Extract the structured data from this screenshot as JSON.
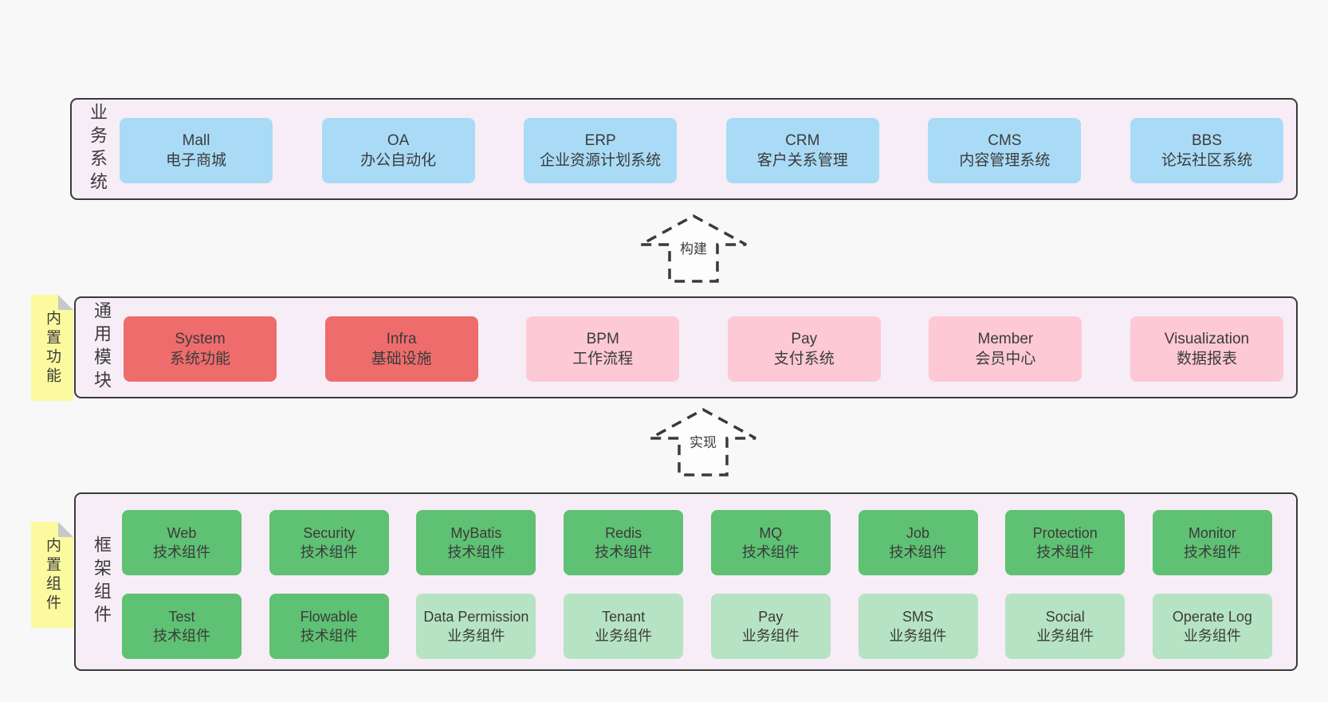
{
  "colors": {
    "page_bg": "#f8f8f8",
    "container_bg": "#f7edf6",
    "container_border": "#3a3a3a",
    "box_blue": "#a9dbf6",
    "box_red": "#ef6c6c",
    "box_pink": "#fcc9d4",
    "box_green": "#5fc173",
    "box_light_green": "#b6e3c3",
    "note_yellow": "#fbfa9e",
    "note_fold_gray": "#c8c8c8",
    "text": "#3b3b3b"
  },
  "layers": [
    {
      "id": "business",
      "side_label": "业务系统",
      "rows": [
        [
          {
            "title": "Mall",
            "desc": "电子商城",
            "variant": "blue"
          },
          {
            "title": "OA",
            "desc": "办公自动化",
            "variant": "blue"
          },
          {
            "title": "ERP",
            "desc": "企业资源计划系统",
            "variant": "blue"
          },
          {
            "title": "CRM",
            "desc": "客户关系管理",
            "variant": "blue"
          },
          {
            "title": "CMS",
            "desc": "内容管理系统",
            "variant": "blue"
          },
          {
            "title": "BBS",
            "desc": "论坛社区系统",
            "variant": "blue"
          }
        ]
      ]
    },
    {
      "id": "modules",
      "side_label": "通用模块",
      "note": "内置功能",
      "rows": [
        [
          {
            "title": "System",
            "desc": "系统功能",
            "variant": "red"
          },
          {
            "title": "Infra",
            "desc": "基础设施",
            "variant": "red"
          },
          {
            "title": "BPM",
            "desc": "工作流程",
            "variant": "pink"
          },
          {
            "title": "Pay",
            "desc": "支付系统",
            "variant": "pink"
          },
          {
            "title": "Member",
            "desc": "会员中心",
            "variant": "pink"
          },
          {
            "title": "Visualization",
            "desc": "数据报表",
            "variant": "pink"
          }
        ]
      ]
    },
    {
      "id": "components",
      "side_label": "框架组件",
      "note": "内置组件",
      "rows": [
        [
          {
            "title": "Web",
            "desc": "技术组件",
            "variant": "green"
          },
          {
            "title": "Security",
            "desc": "技术组件",
            "variant": "green"
          },
          {
            "title": "MyBatis",
            "desc": "技术组件",
            "variant": "green"
          },
          {
            "title": "Redis",
            "desc": "技术组件",
            "variant": "green"
          },
          {
            "title": "MQ",
            "desc": "技术组件",
            "variant": "green"
          },
          {
            "title": "Job",
            "desc": "技术组件",
            "variant": "green"
          },
          {
            "title": "Protection",
            "desc": "技术组件",
            "variant": "green"
          },
          {
            "title": "Monitor",
            "desc": "技术组件",
            "variant": "green"
          }
        ],
        [
          {
            "title": "Test",
            "desc": "技术组件",
            "variant": "green"
          },
          {
            "title": "Flowable",
            "desc": "技术组件",
            "variant": "green"
          },
          {
            "title": "Data Permission",
            "desc": "业务组件",
            "variant": "lightgreen"
          },
          {
            "title": "Tenant",
            "desc": "业务组件",
            "variant": "lightgreen"
          },
          {
            "title": "Pay",
            "desc": "业务组件",
            "variant": "lightgreen"
          },
          {
            "title": "SMS",
            "desc": "业务组件",
            "variant": "lightgreen"
          },
          {
            "title": "Social",
            "desc": "业务组件",
            "variant": "lightgreen"
          },
          {
            "title": "Operate Log",
            "desc": "业务组件",
            "variant": "lightgreen"
          }
        ]
      ]
    }
  ],
  "arrows": [
    {
      "label": "构建"
    },
    {
      "label": "实现"
    }
  ]
}
